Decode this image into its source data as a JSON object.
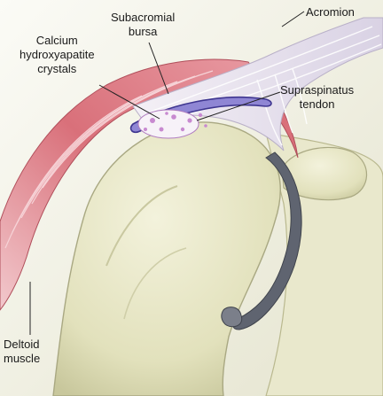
{
  "labels": {
    "calcium": [
      "Calcium",
      "hydroxyapatite",
      "crystals"
    ],
    "bursa": [
      "Subacromial",
      "bursa"
    ],
    "acromion": [
      "Acromion"
    ],
    "supraspinatus": [
      "Supraspinatus",
      "tendon"
    ],
    "deltoid": [
      "Deltoid",
      "muscle"
    ]
  },
  "colors": {
    "background": "#f1f0e3",
    "bone": "#e7e6c6",
    "bone_shadow": "#c9c8a0",
    "muscle": "#d9707a",
    "muscle_light": "#eaa6ae",
    "tendon": "#e9e4ef",
    "bursa": "#5a4fb0",
    "crystals": "#c88ad0",
    "cartilage": "#5f6470",
    "leader": "#222222"
  }
}
